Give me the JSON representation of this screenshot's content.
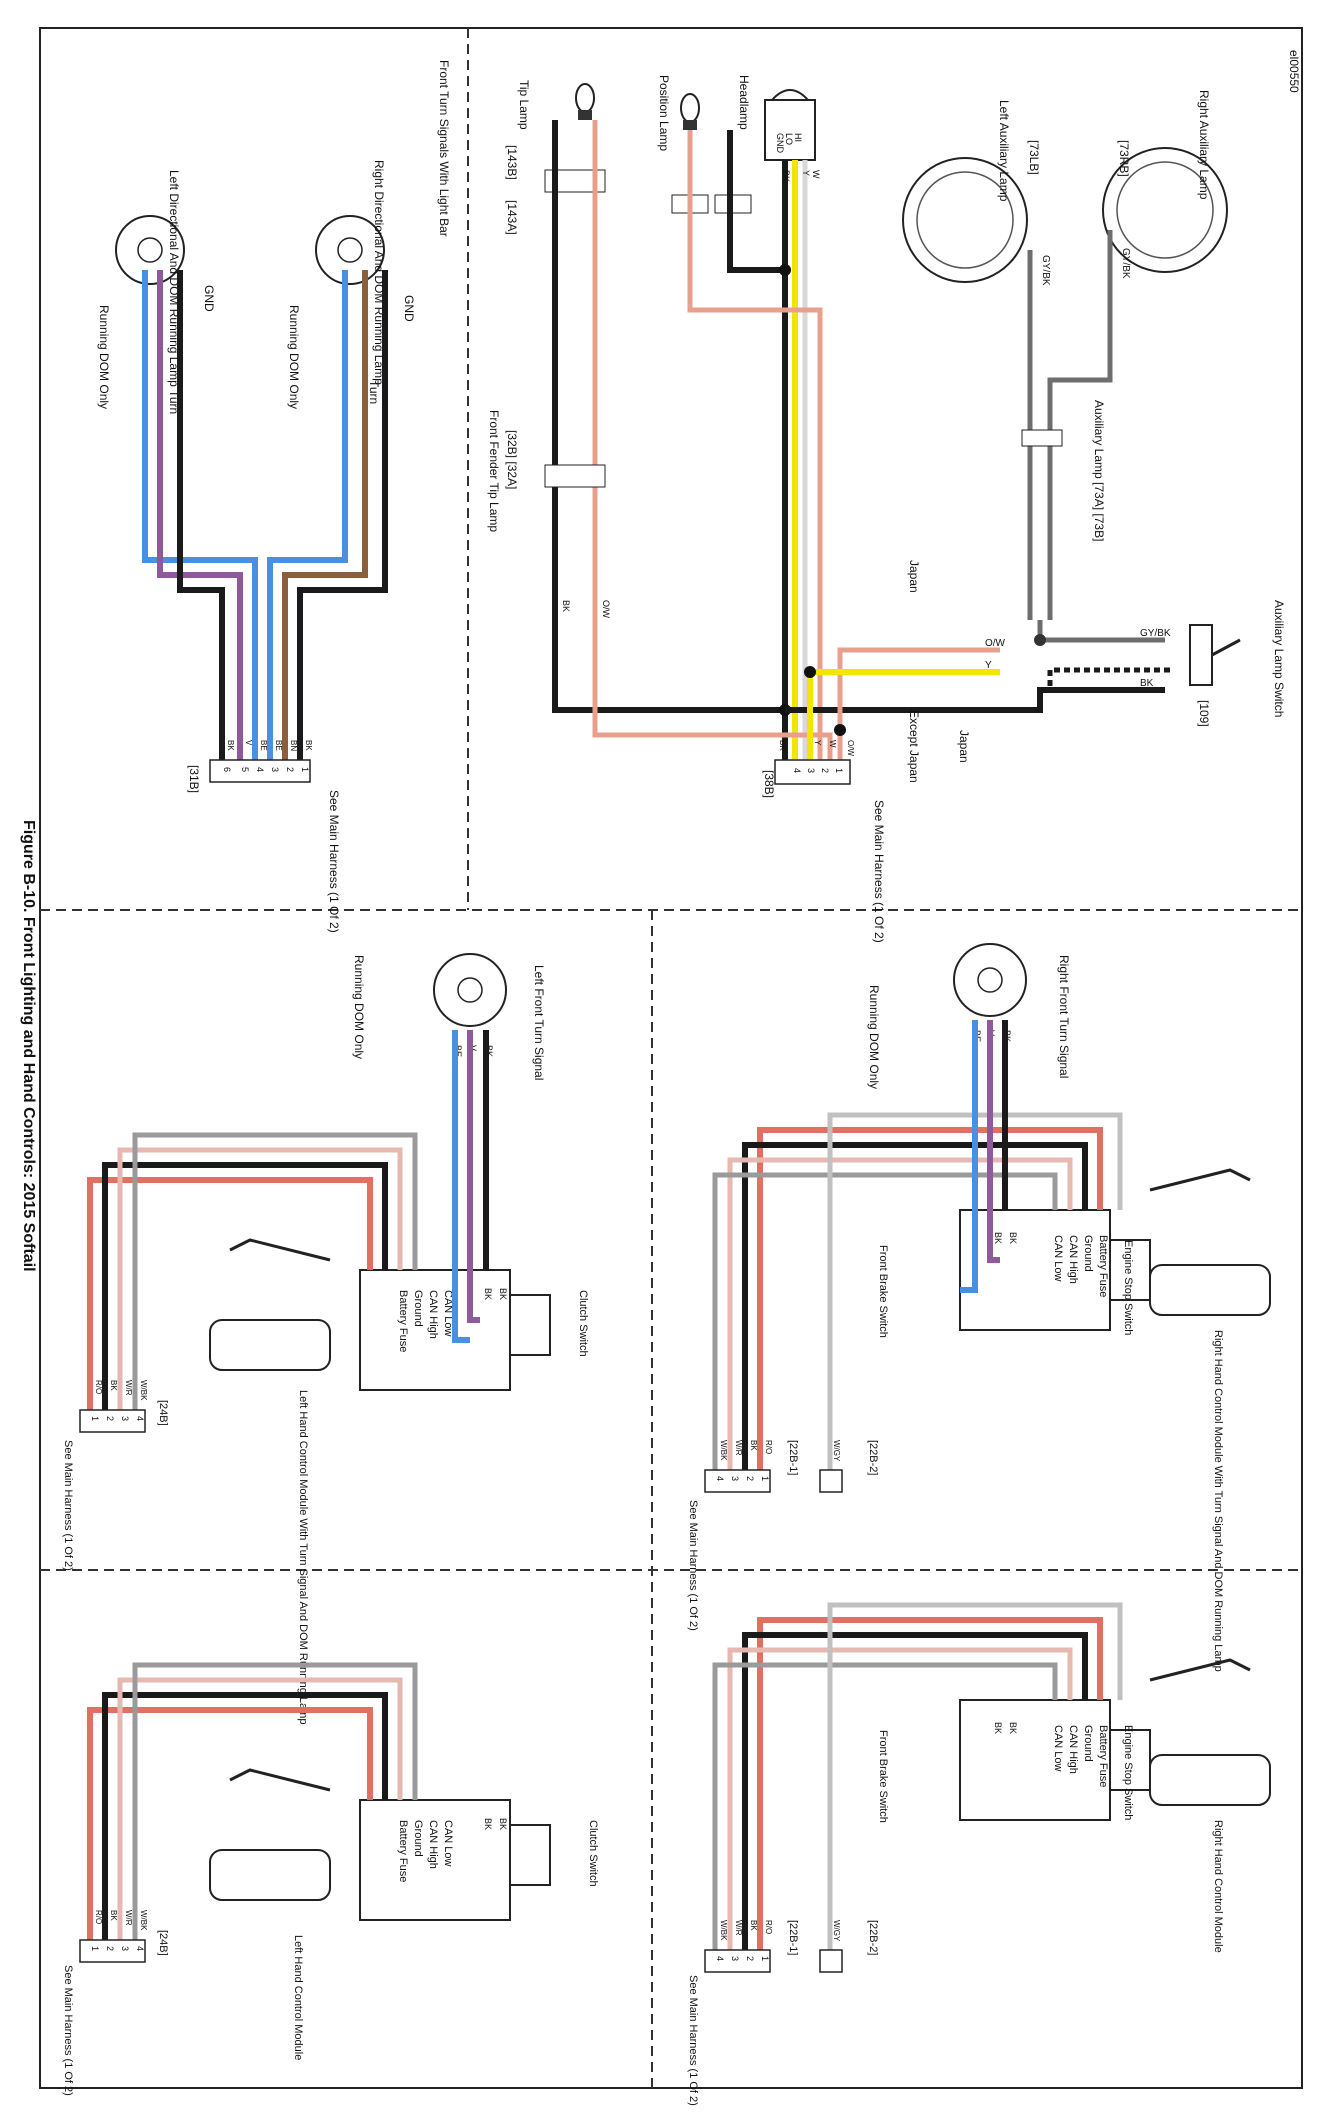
{
  "figure": {
    "id": "el00550",
    "caption": "Figure B-10. Front Lighting and Hand Controls: 2015 Softail"
  },
  "colors": {
    "black": "#1a1a1a",
    "yellow": "#f2e500",
    "orange_white": "#e8a08c",
    "gray_black": "#6e6e6e",
    "red_orange": "#e07062",
    "blue": "#4a90e2",
    "brown": "#8b5e3c",
    "violet": "#8e5a9c",
    "white": "#d8d8d8",
    "white_red": "#e6b8b0",
    "white_black": "#9a9a9a",
    "white_gray": "#c0c0c0"
  },
  "panel_a": {
    "right_aux_lamp": "Right Auxiliary Lamp",
    "left_aux_lamp": "Left Auxiliary Lamp",
    "conn_73rb": "[73RB]",
    "conn_73lb": "[73LB]",
    "headlamp": "Headlamp",
    "position_lamp": "Position Lamp",
    "tip_lamp": "Tip Lamp",
    "conn_143b": "[143B]",
    "conn_143a": "[143A]",
    "aux_lamp_conn": "Auxiliary Lamp [73A] [73B]",
    "front_fender_tip_lamp": "Front Fender Tip Lamp",
    "conn_32b_32a": "[32B] [32A]",
    "aux_lamp_switch": "Auxiliary Lamp Switch",
    "conn_109": "[109]",
    "japan_1": "Japan",
    "except_japan": "Except Japan",
    "japan_2": "Japan",
    "conn_38b": "[38B]",
    "see_main_harness": "See Main Harness (1 Of 2)",
    "headlamp_pins": [
      "HI",
      "LO",
      "GND"
    ],
    "headlamp_wires": [
      "W",
      "Y",
      "BK"
    ],
    "harness_38b_pins": [
      "1",
      "2",
      "3",
      "4"
    ],
    "harness_38b_wires": [
      "O/W",
      "W",
      "Y",
      "BK"
    ],
    "switch_wires": [
      "GY/BK",
      "O/W",
      "Y",
      "BK"
    ],
    "gybk": "GY/BK",
    "bk": "BK",
    "ow": "O/W"
  },
  "panel_b": {
    "title": "Front Turn Signals With Light Bar",
    "right_lamp": "Right Directional And DOM Running Lamp",
    "left_lamp": "Left Directional And DOM Running Lamp",
    "gnd": "GND",
    "running_dom_only": "Running DOM Only",
    "turn": "Turn",
    "conn_31b": "[31B]",
    "see_main_harness": "See Main Harness (1 Of 2)",
    "pins": [
      "1",
      "2",
      "3",
      "4",
      "5",
      "6"
    ],
    "wires": [
      "BK",
      "BN",
      "BE",
      "BE",
      "V",
      "BK"
    ],
    "lamp_wires": [
      "BK",
      "V",
      "BE"
    ]
  },
  "panel_c": {
    "title": "Right Front Turn Signal",
    "running_dom_only": "Running DOM Only",
    "engine_stop_switch": "Engine Stop Switch",
    "battery_fuse": "Battery Fuse",
    "ground": "Ground",
    "can_high": "CAN High",
    "can_low": "CAN Low",
    "front_brake_switch": "Front Brake Switch",
    "module": "Right Hand Control Module With Turn Signal And DOM Running Lamp",
    "conn_22b1": "[22B-1]",
    "conn_22b2": "[22B-2]",
    "see_main_harness": "See Main Harness (1 Of 2)",
    "pins": [
      "1",
      "2",
      "3",
      "4"
    ],
    "wires": [
      "R/O",
      "BK",
      "W/R",
      "W/BK"
    ],
    "wgy": "W/GY",
    "bk": "BK",
    "lamp_wires": [
      "BE",
      "V",
      "BK"
    ]
  },
  "panel_d": {
    "title": "Left Front Turn Signal",
    "running_dom_only": "Running DOM Only",
    "clutch_switch": "Clutch Switch",
    "can_low": "CAN Low",
    "can_high": "CAN High",
    "ground": "Ground",
    "battery_fuse": "Battery Fuse",
    "module": "Left Hand Control Module With Turn Signal And DOM Running Lamp",
    "conn_24b": "[24B]",
    "see_main_harness": "See Main Harness (1 Of 2)",
    "pins": [
      "4",
      "3",
      "2",
      "1"
    ],
    "wires": [
      "W/BK",
      "W/R",
      "BK",
      "R/O"
    ],
    "bk": "BK",
    "lamp_wires": [
      "BE",
      "V",
      "BK"
    ]
  },
  "panel_e": {
    "engine_stop_switch": "Engine Stop Switch",
    "battery_fuse": "Battery Fuse",
    "ground": "Ground",
    "can_high": "CAN High",
    "can_low": "CAN Low",
    "front_brake_switch": "Front Brake Switch",
    "module": "Right Hand Control Module",
    "conn_22b1": "[22B-1]",
    "conn_22b2": "[22B-2]",
    "see_main_harness": "See Main Harness (1 Of 2)",
    "pins": [
      "1",
      "2",
      "3",
      "4"
    ],
    "wires": [
      "R/O",
      "BK",
      "W/R",
      "W/BK"
    ],
    "wgy": "W/GY",
    "bk": "BK"
  },
  "panel_f": {
    "clutch_switch": "Clutch Switch",
    "can_low": "CAN Low",
    "can_high": "CAN High",
    "ground": "Ground",
    "battery_fuse": "Battery Fuse",
    "module": "Left Hand Control Module",
    "conn_24b": "[24B]",
    "see_main_harness": "See Main Harness (1 Of 2)",
    "pins": [
      "4",
      "3",
      "2",
      "1"
    ],
    "wires": [
      "W/BK",
      "W/R",
      "BK",
      "R/O"
    ],
    "bk": "BK"
  }
}
